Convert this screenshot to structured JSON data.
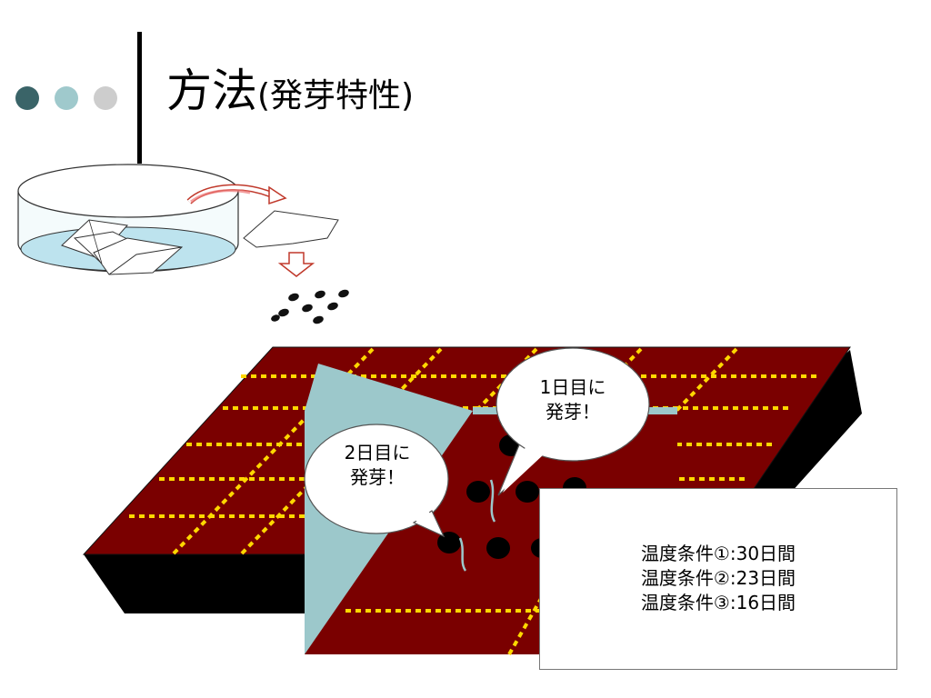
{
  "slide": {
    "title_main": "方法",
    "title_sub": "(発芽特性)",
    "bullet_colors": [
      "#3a6468",
      "#9fc9cc",
      "#cdcdcd"
    ]
  },
  "callouts": {
    "day1": {
      "line1": "1日目に",
      "line2": "発芽！"
    },
    "day2": {
      "line1": "2日目に",
      "line2": "発芽！"
    }
  },
  "conditions": {
    "lines": [
      "温度条件①:30日間",
      "温度条件②:23日間",
      "温度条件③:16日間"
    ]
  },
  "colors": {
    "tray_red": "#7a0000",
    "tray_side": "#000000",
    "grid_yellow": "#ffd800",
    "zoom_panel": "#9cc8cb",
    "water": "#bde3ee"
  }
}
